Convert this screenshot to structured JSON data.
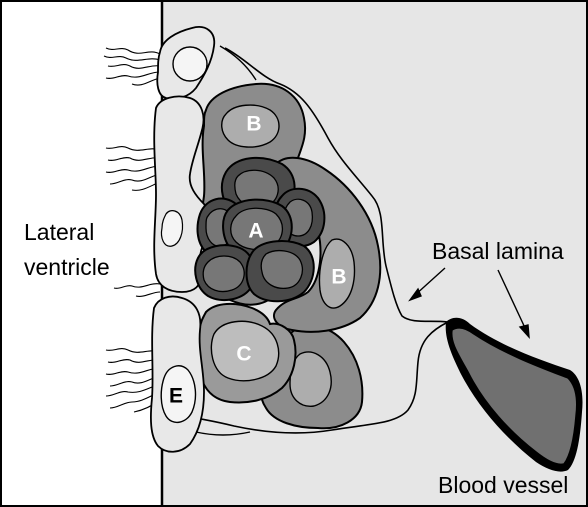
{
  "labels": {
    "lateral_ventricle_line1": "Lateral",
    "lateral_ventricle_line2": "ventricle",
    "basal_lamina": "Basal lamina",
    "blood_vessel": "Blood vessel"
  },
  "cell_labels": {
    "a": "A",
    "b_top": "B",
    "b_right": "B",
    "c": "C",
    "e": "E"
  },
  "colors": {
    "tissue_background": "#e6e6e6",
    "ventricle_background": "#ffffff",
    "type_a_cell": "#4a4a4a",
    "type_a_nucleus": "#777777",
    "type_b_cell": "#8c8c8c",
    "type_b_nucleus": "#adadad",
    "type_c_cell": "#9a9a9a",
    "type_c_nucleus": "#bdbdbd",
    "ependymal_cell": "#e8e8e8",
    "ependymal_nucleus": "#f5f5f5",
    "blood_vessel_fill": "#707070",
    "outline": "#000000"
  }
}
